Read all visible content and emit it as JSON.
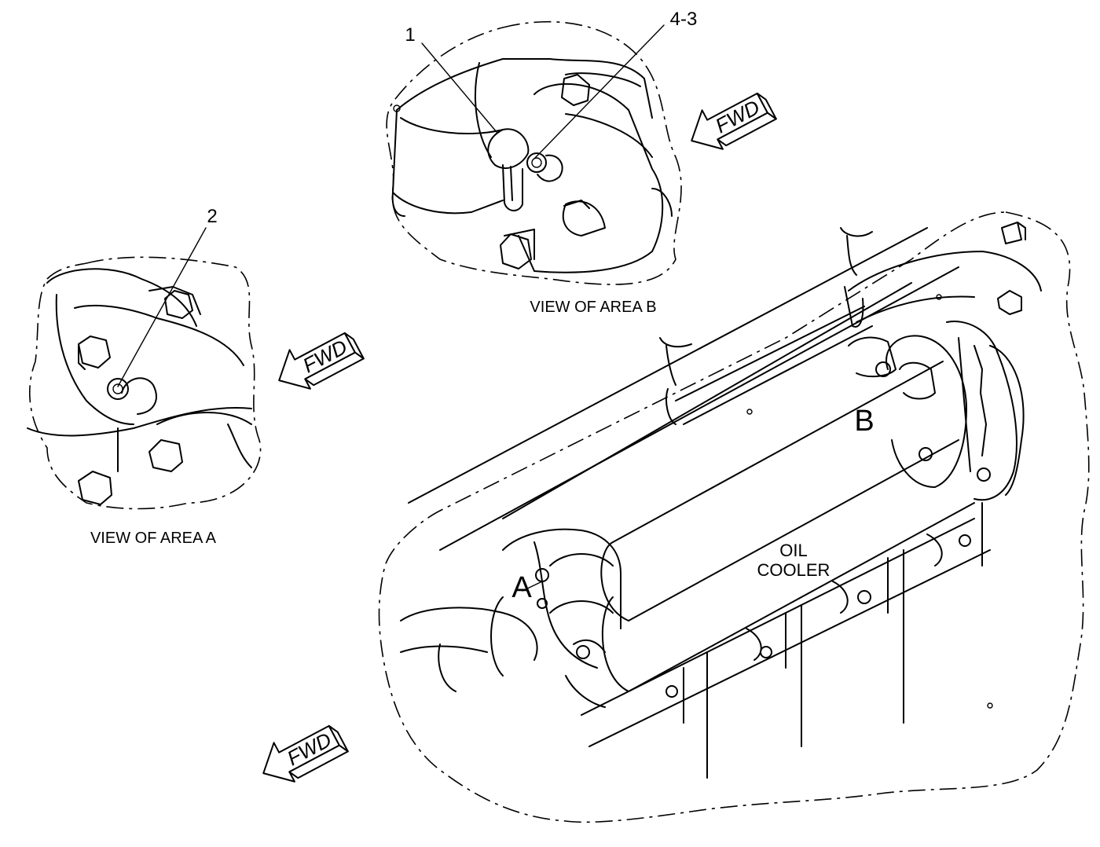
{
  "callouts": {
    "part_1": "1",
    "part_2": "2",
    "part_4_3": "4-3"
  },
  "views": {
    "area_a_caption": "VIEW OF AREA A",
    "area_b_caption": "VIEW OF AREA B",
    "area_a_marker": "A",
    "area_b_marker": "B"
  },
  "component": {
    "oil_line1": "OIL",
    "oil_line2": "COOLER"
  },
  "direction": {
    "arrow_b": "FWD",
    "arrow_a": "FWD",
    "arrow_main": "FWD"
  }
}
